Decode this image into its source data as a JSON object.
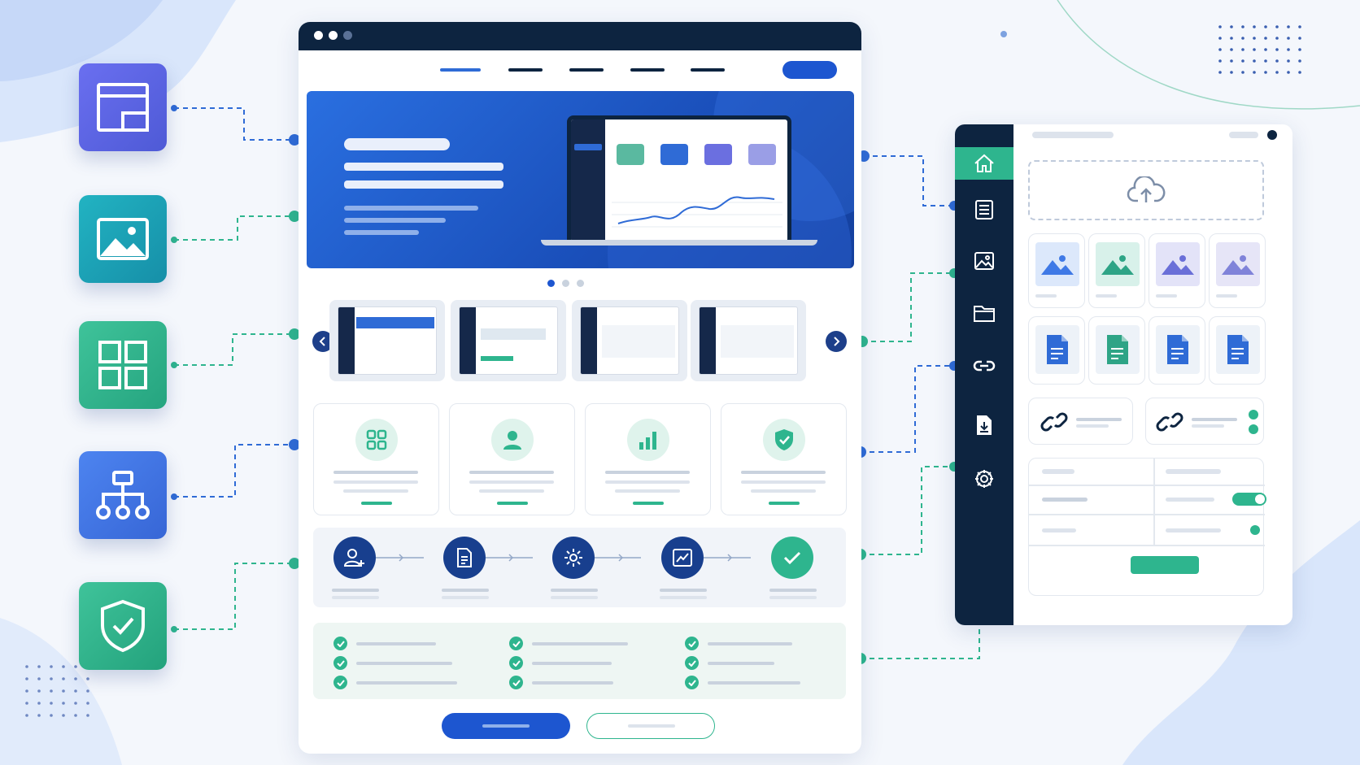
{
  "colors": {
    "navy": "#0d2440",
    "blue": "#1d56d0",
    "teal": "#2eb58e",
    "purple": "#5f62e3",
    "background": "#f4f7fc"
  },
  "left_tiles": [
    {
      "icon": "layout-icon"
    },
    {
      "icon": "image-icon"
    },
    {
      "icon": "grid-layout-icon"
    },
    {
      "icon": "sitemap-icon"
    },
    {
      "icon": "shield-check-icon"
    }
  ],
  "browser": {
    "window_dots": [
      "close",
      "minimize",
      "maximize"
    ],
    "nav_items": 5,
    "active_nav": 0,
    "hero": {
      "carousel_pages": 3,
      "active_page": 0
    },
    "thumbnails": 4,
    "features": [
      {
        "icon": "grid-icon"
      },
      {
        "icon": "user-icon"
      },
      {
        "icon": "bar-chart-icon"
      },
      {
        "icon": "shield-check-icon"
      }
    ],
    "process_steps": [
      {
        "icon": "user-plus-icon"
      },
      {
        "icon": "document-icon"
      },
      {
        "icon": "gear-icon"
      },
      {
        "icon": "analytics-icon"
      },
      {
        "icon": "check-icon"
      }
    ],
    "checklist_columns": 3,
    "checklist_rows": 3
  },
  "side_panel": {
    "sidebar_icons": [
      "home-icon",
      "list-icon",
      "image-icon",
      "folder-icon",
      "link-icon",
      "file-download-icon",
      "gear-icon"
    ],
    "active_item": 0,
    "upload_icon": "cloud-upload-icon",
    "gallery_images": 4,
    "gallery_docs": 4,
    "link_cards": 2,
    "toggle_on": true
  }
}
